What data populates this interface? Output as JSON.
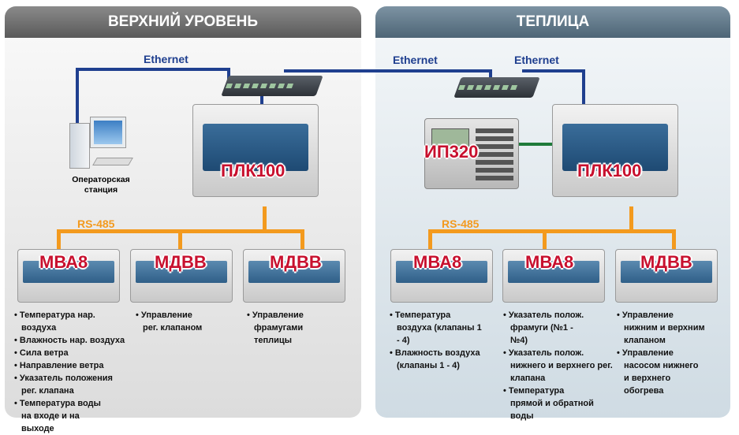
{
  "left": {
    "title": "ВЕРХНИЙ УРОВЕНЬ",
    "ethernet": "Ethernet",
    "rs485": "RS-485",
    "pc_caption_1": "Операторская",
    "pc_caption_2": "станция",
    "plc": "ПЛК100",
    "modules": [
      {
        "name": "МВА8",
        "items": [
          "Температура нар. воздуха",
          "Влажность нар. воздуха",
          "Сила ветра",
          "Направление ветра",
          "Указатель положения рег. клапана",
          "Температура воды на входе и на выходе"
        ]
      },
      {
        "name": "МДВВ",
        "items": [
          "Управление рег. клапаном"
        ]
      },
      {
        "name": "МДВВ",
        "items": [
          "Управление фрамугами теплицы"
        ]
      }
    ]
  },
  "right": {
    "title": "ТЕПЛИЦА",
    "ethernet_1": "Ethernet",
    "ethernet_2": "Ethernet",
    "rs485": "RS-485",
    "panel": "ИП320",
    "plc": "ПЛК100",
    "modules": [
      {
        "name": "МВА8",
        "items": [
          "Температура воздуха (клапаны 1 - 4)",
          "Влажность воздуха (клапаны 1 - 4)"
        ]
      },
      {
        "name": "МВА8",
        "items": [
          "Указатель полож. фрамуги (№1 - №4)",
          "Указатель полож. нижнего и верхнего рег. клапана",
          "Температура прямой и обратной воды"
        ]
      },
      {
        "name": "МДВВ",
        "items": [
          "Управление нижним и верхним клапаном",
          "Управление насосом нижнего и верхнего обогрева"
        ]
      }
    ]
  }
}
